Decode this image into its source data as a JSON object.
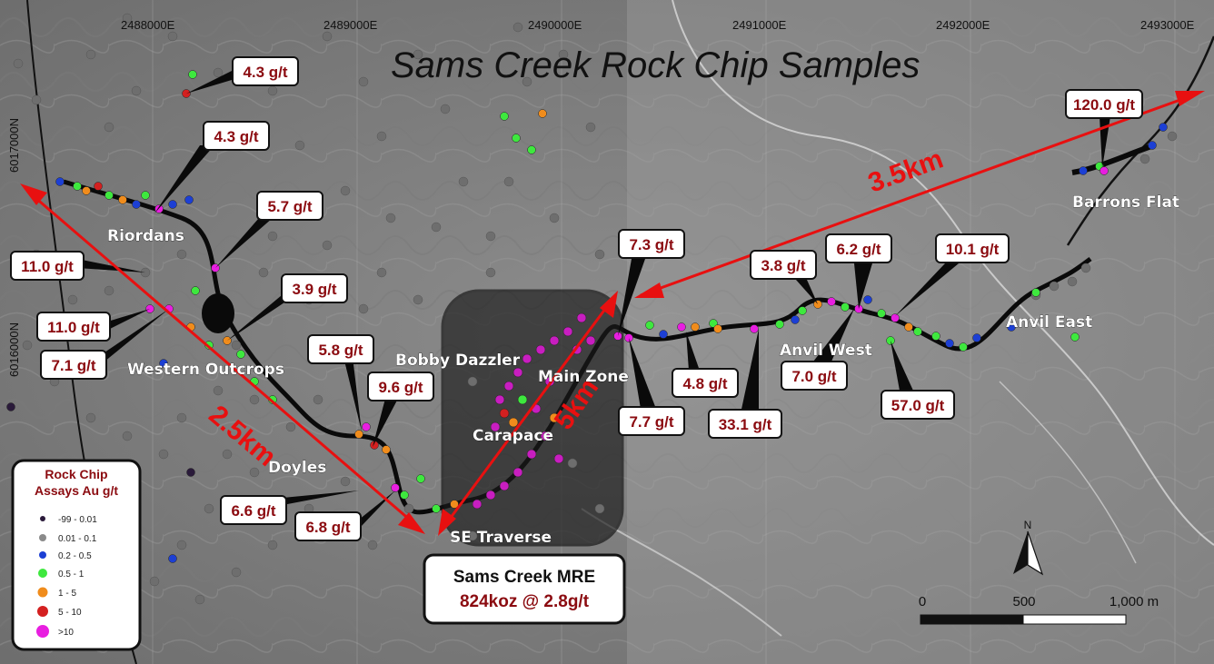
{
  "title": "Sams Creek Rock Chip Samples",
  "coords": {
    "eastings": [
      "2488000E",
      "2489000E",
      "2490000E",
      "2491000E",
      "2492000E",
      "2493000E"
    ],
    "northings": [
      "6017000N",
      "6016000N"
    ]
  },
  "places": [
    "Riordans",
    "Western Outcrops",
    "Doyles",
    "Bobby Dazzler",
    "Main Zone",
    "Carapace",
    "SE Traverse",
    "Anvil West",
    "Anvil East",
    "Barrons Flat"
  ],
  "grades": [
    "4.3 g/t",
    "4.3 g/t",
    "5.7 g/t",
    "11.0 g/t",
    "3.9 g/t",
    "11.0 g/t",
    "7.1 g/t",
    "5.8 g/t",
    "9.6 g/t",
    "6.6 g/t",
    "6.8 g/t",
    "7.3 g/t",
    "3.8 g/t",
    "6.2 g/t",
    "10.1 g/t",
    "120.0 g/t",
    "4.8 g/t",
    "7.7 g/t",
    "33.1 g/t",
    "7.0 g/t",
    "57.0 g/t"
  ],
  "distances": {
    "d1": "2.5km",
    "d2": "5km",
    "d3": "3.5km"
  },
  "legend": {
    "title_line1": "Rock Chip",
    "title_line2": "Assays Au g/t",
    "items": [
      {
        "label": "-99 - 0.01",
        "color": "#2a1a3a"
      },
      {
        "label": "0.01 - 0.1",
        "color": "#8a8a8a"
      },
      {
        "label": "0.2 - 0.5",
        "color": "#1c3fd4"
      },
      {
        "label": "0.5 - 1",
        "color": "#3ee83e"
      },
      {
        "label": "1 - 5",
        "color": "#f08c1c"
      },
      {
        "label": "5 - 10",
        "color": "#d42020"
      },
      {
        "label": ">10",
        "color": "#e81ee0"
      }
    ]
  },
  "mre": {
    "line1": "Sams Creek MRE",
    "line2": "824koz @ 2.8g/t"
  },
  "scale": {
    "s0": "0",
    "s1": "500",
    "s2": "1,000 m"
  },
  "north": "N"
}
